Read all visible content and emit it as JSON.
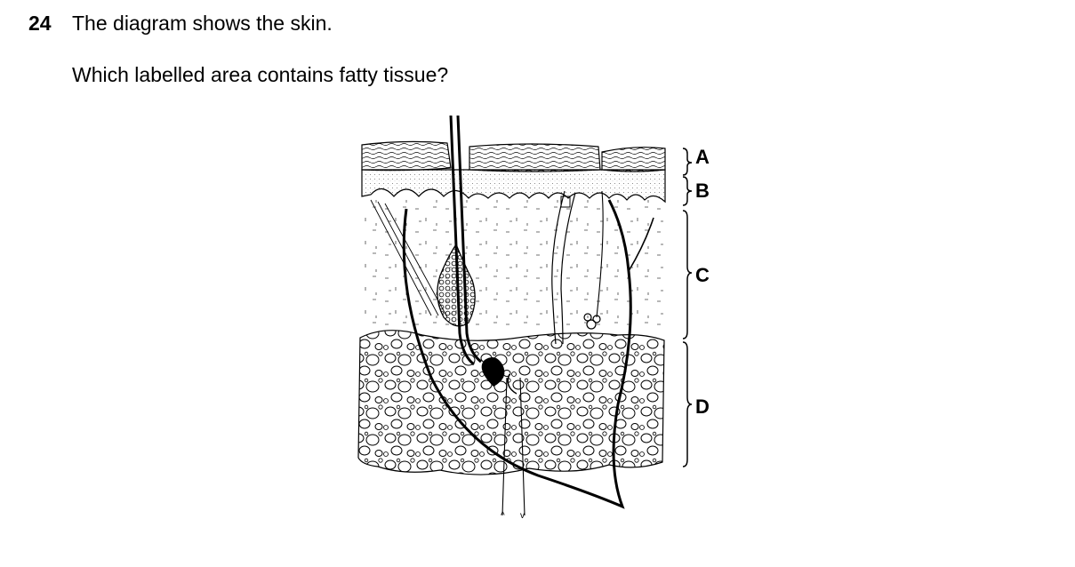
{
  "question": {
    "number": "24",
    "statement": "The diagram shows the skin.",
    "prompt": "Which labelled area contains fatty tissue?"
  },
  "diagram": {
    "labels": [
      "A",
      "B",
      "C",
      "D"
    ]
  }
}
